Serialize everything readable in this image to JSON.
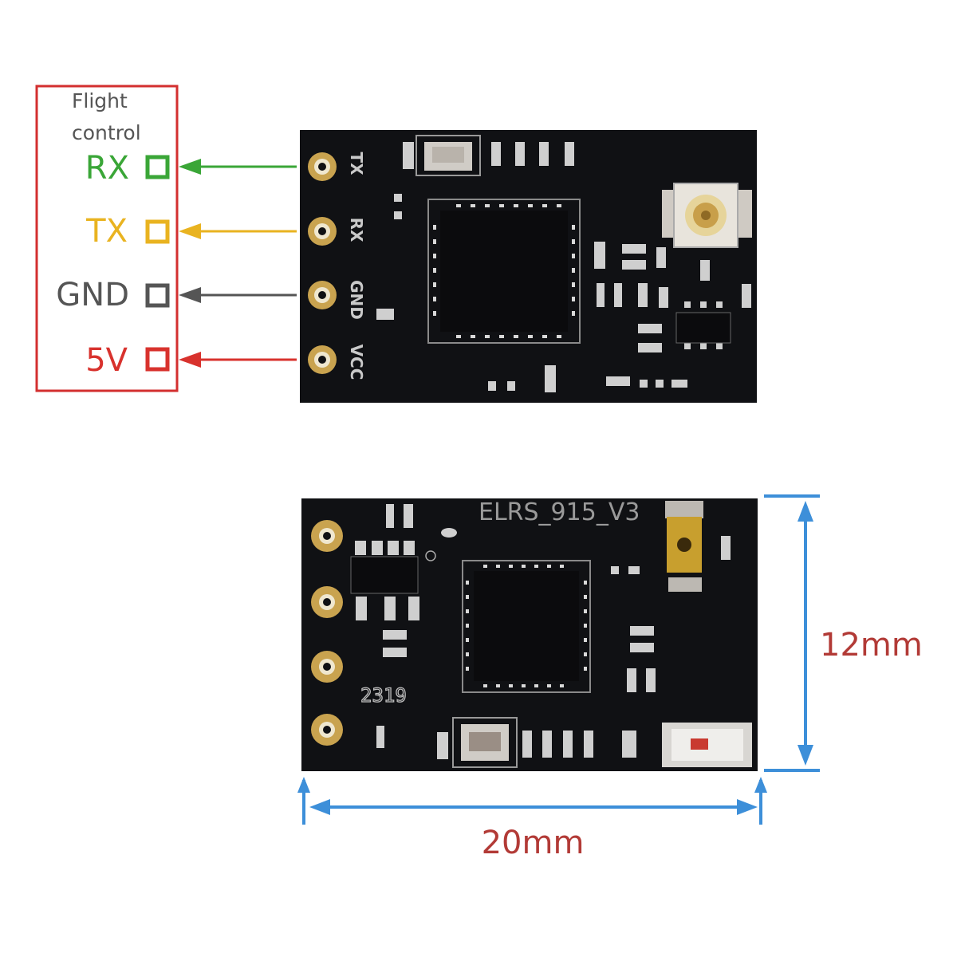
{
  "flight_control": {
    "title_line1": "Flight",
    "title_line2": "control",
    "pins": [
      {
        "label": "RX",
        "color": "#3aa637"
      },
      {
        "label": "TX",
        "color": "#e9b320"
      },
      {
        "label": "GND",
        "color": "#555555"
      },
      {
        "label": "5V",
        "color": "#d8322d"
      }
    ],
    "box_color": "#d32f2f"
  },
  "board_top": {
    "pad_labels": [
      "TX",
      "RX",
      "GND",
      "VCC"
    ]
  },
  "board_bottom": {
    "marking": "ELRS_915_V3",
    "date_code": "2319"
  },
  "dimensions": {
    "height": "12mm",
    "width": "20mm",
    "arrow_color": "#3d8fd9",
    "text_color": "#b23a36"
  }
}
